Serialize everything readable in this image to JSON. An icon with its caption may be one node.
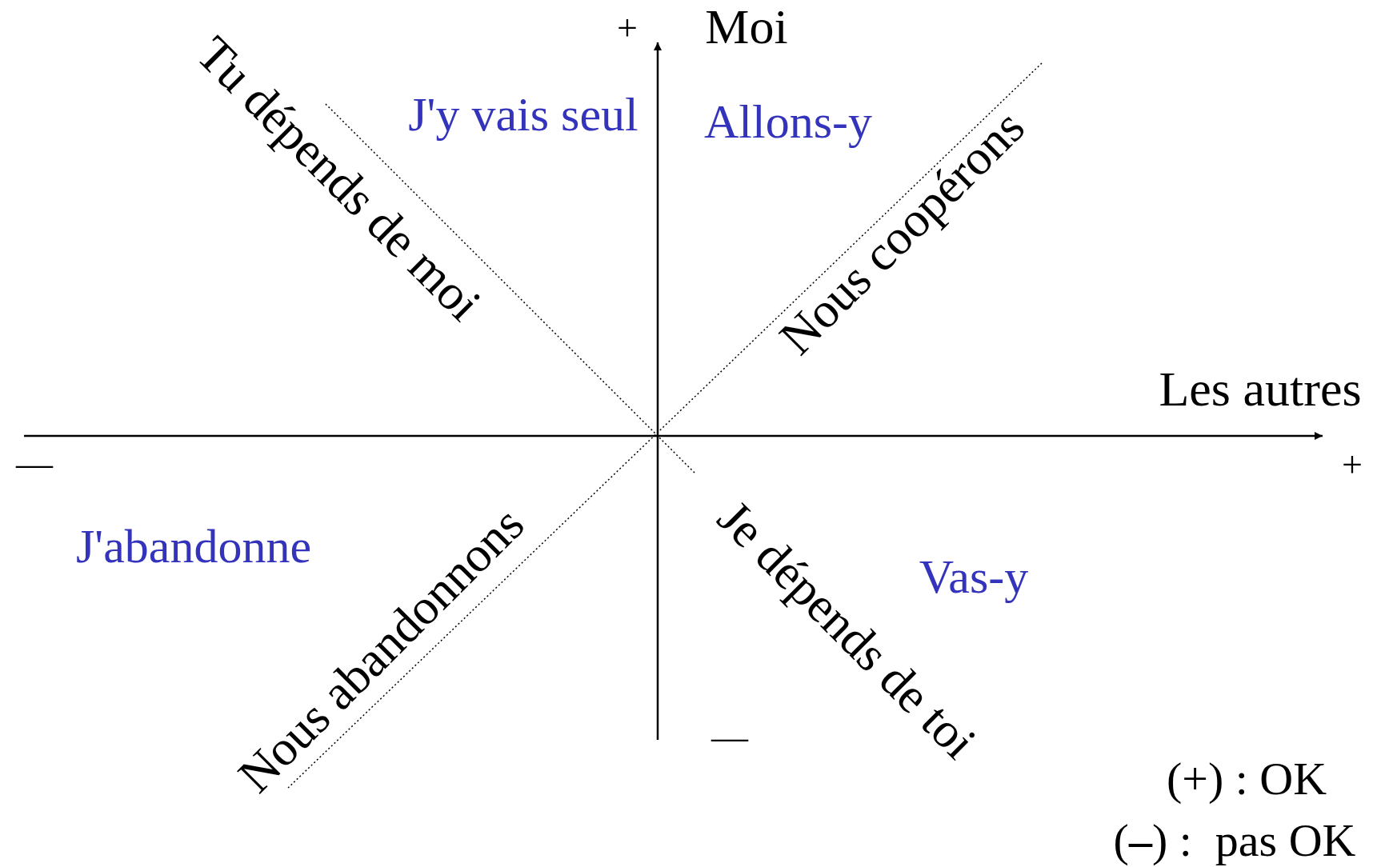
{
  "diagram": {
    "labels": [
      "+",
      "Moi",
      "Tu dépends de moi",
      "J'y vais seul",
      "Allons-y",
      "Nous coopérons",
      "Les autres",
      "—",
      "+",
      "J'abandonne",
      "Nous abandonnons",
      "Je dépends de toi",
      "Vas-y",
      "—",
      "(+) : OK",
      "(**–**) :  pas OK"
    ]
  }
}
